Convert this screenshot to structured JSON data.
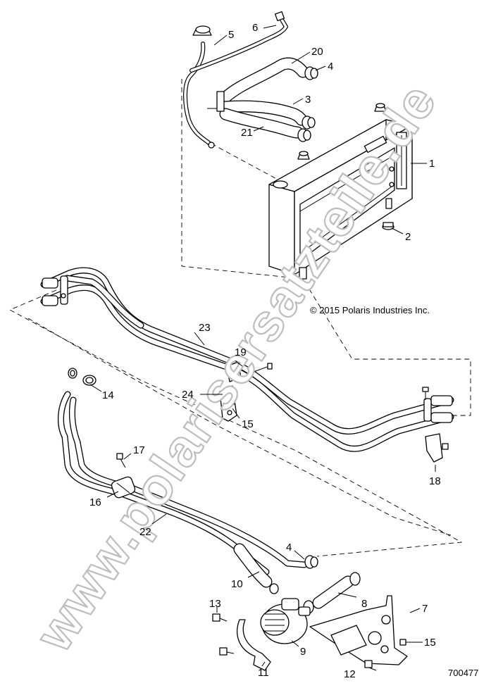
{
  "copyright": "© 2015 Polaris Industries Inc.",
  "figure_number": "700477",
  "watermark": "www.polarisersatzteile.de",
  "callouts": [
    "1",
    "2",
    "3",
    "4",
    "5",
    "6",
    "20",
    "21",
    "23",
    "19",
    "24",
    "15",
    "14",
    "17",
    "16",
    "22",
    "18",
    "4",
    "10",
    "8",
    "7",
    "13",
    "9",
    "11",
    "12",
    "15"
  ]
}
